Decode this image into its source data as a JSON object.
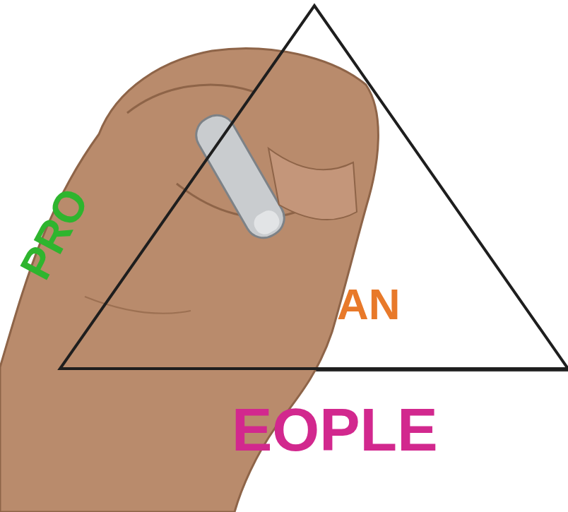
{
  "diagram": {
    "nodes": [
      {
        "text": [
          "AN"
        ]
      }
    ],
    "labels": [
      "PRO",
      "EOPLE"
    ]
  }
}
